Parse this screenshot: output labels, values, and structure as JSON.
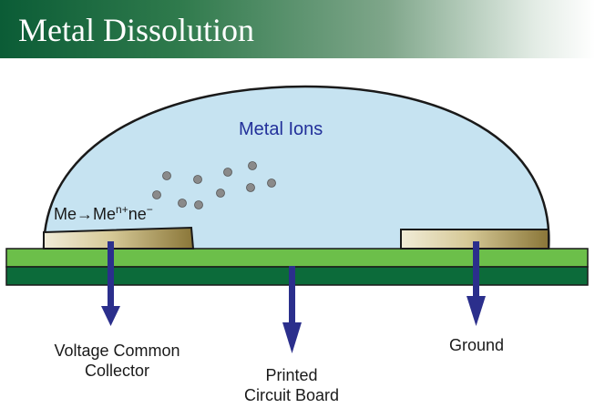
{
  "header": {
    "title": "Metal Dissolution"
  },
  "diagram": {
    "ions_label": "Metal Ions",
    "reaction": {
      "base": "Me",
      "arrow": "→",
      "product": "Me",
      "charge": "n+",
      "electrons": "ne",
      "electron_sign": "−"
    },
    "labels": {
      "left": [
        "Voltage Common",
        "Collector"
      ],
      "center": [
        "Printed",
        "Circuit Board"
      ],
      "right": "Ground"
    },
    "colors": {
      "header_green": "#0b5c36",
      "droplet": "#c6e3f1",
      "board_light": "#6cbf4a",
      "board_dark": "#0c6b3a",
      "arrow": "#2b2f8c",
      "ion": "#8a8a8a",
      "electrode": "#9c8a4a"
    }
  }
}
